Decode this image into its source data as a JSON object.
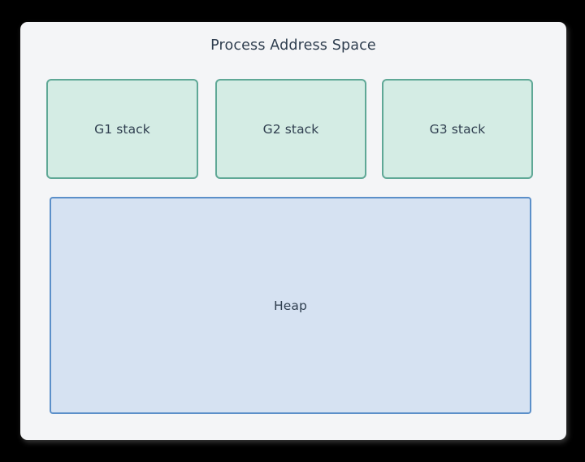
{
  "diagram": {
    "title": "Process Address Space",
    "background_color": "#000000",
    "panel_color": "#f4f5f7",
    "text_color": "#2f3e4f",
    "stacks": [
      {
        "label": "G1 stack",
        "fill": "#d4ece4",
        "border": "#5fa896"
      },
      {
        "label": "G2 stack",
        "fill": "#d4ece4",
        "border": "#5fa896"
      },
      {
        "label": "G3 stack",
        "fill": "#d4ece4",
        "border": "#5fa896"
      }
    ],
    "heap": {
      "label": "Heap",
      "fill": "#d6e2f2",
      "border": "#5b8fc9"
    }
  }
}
